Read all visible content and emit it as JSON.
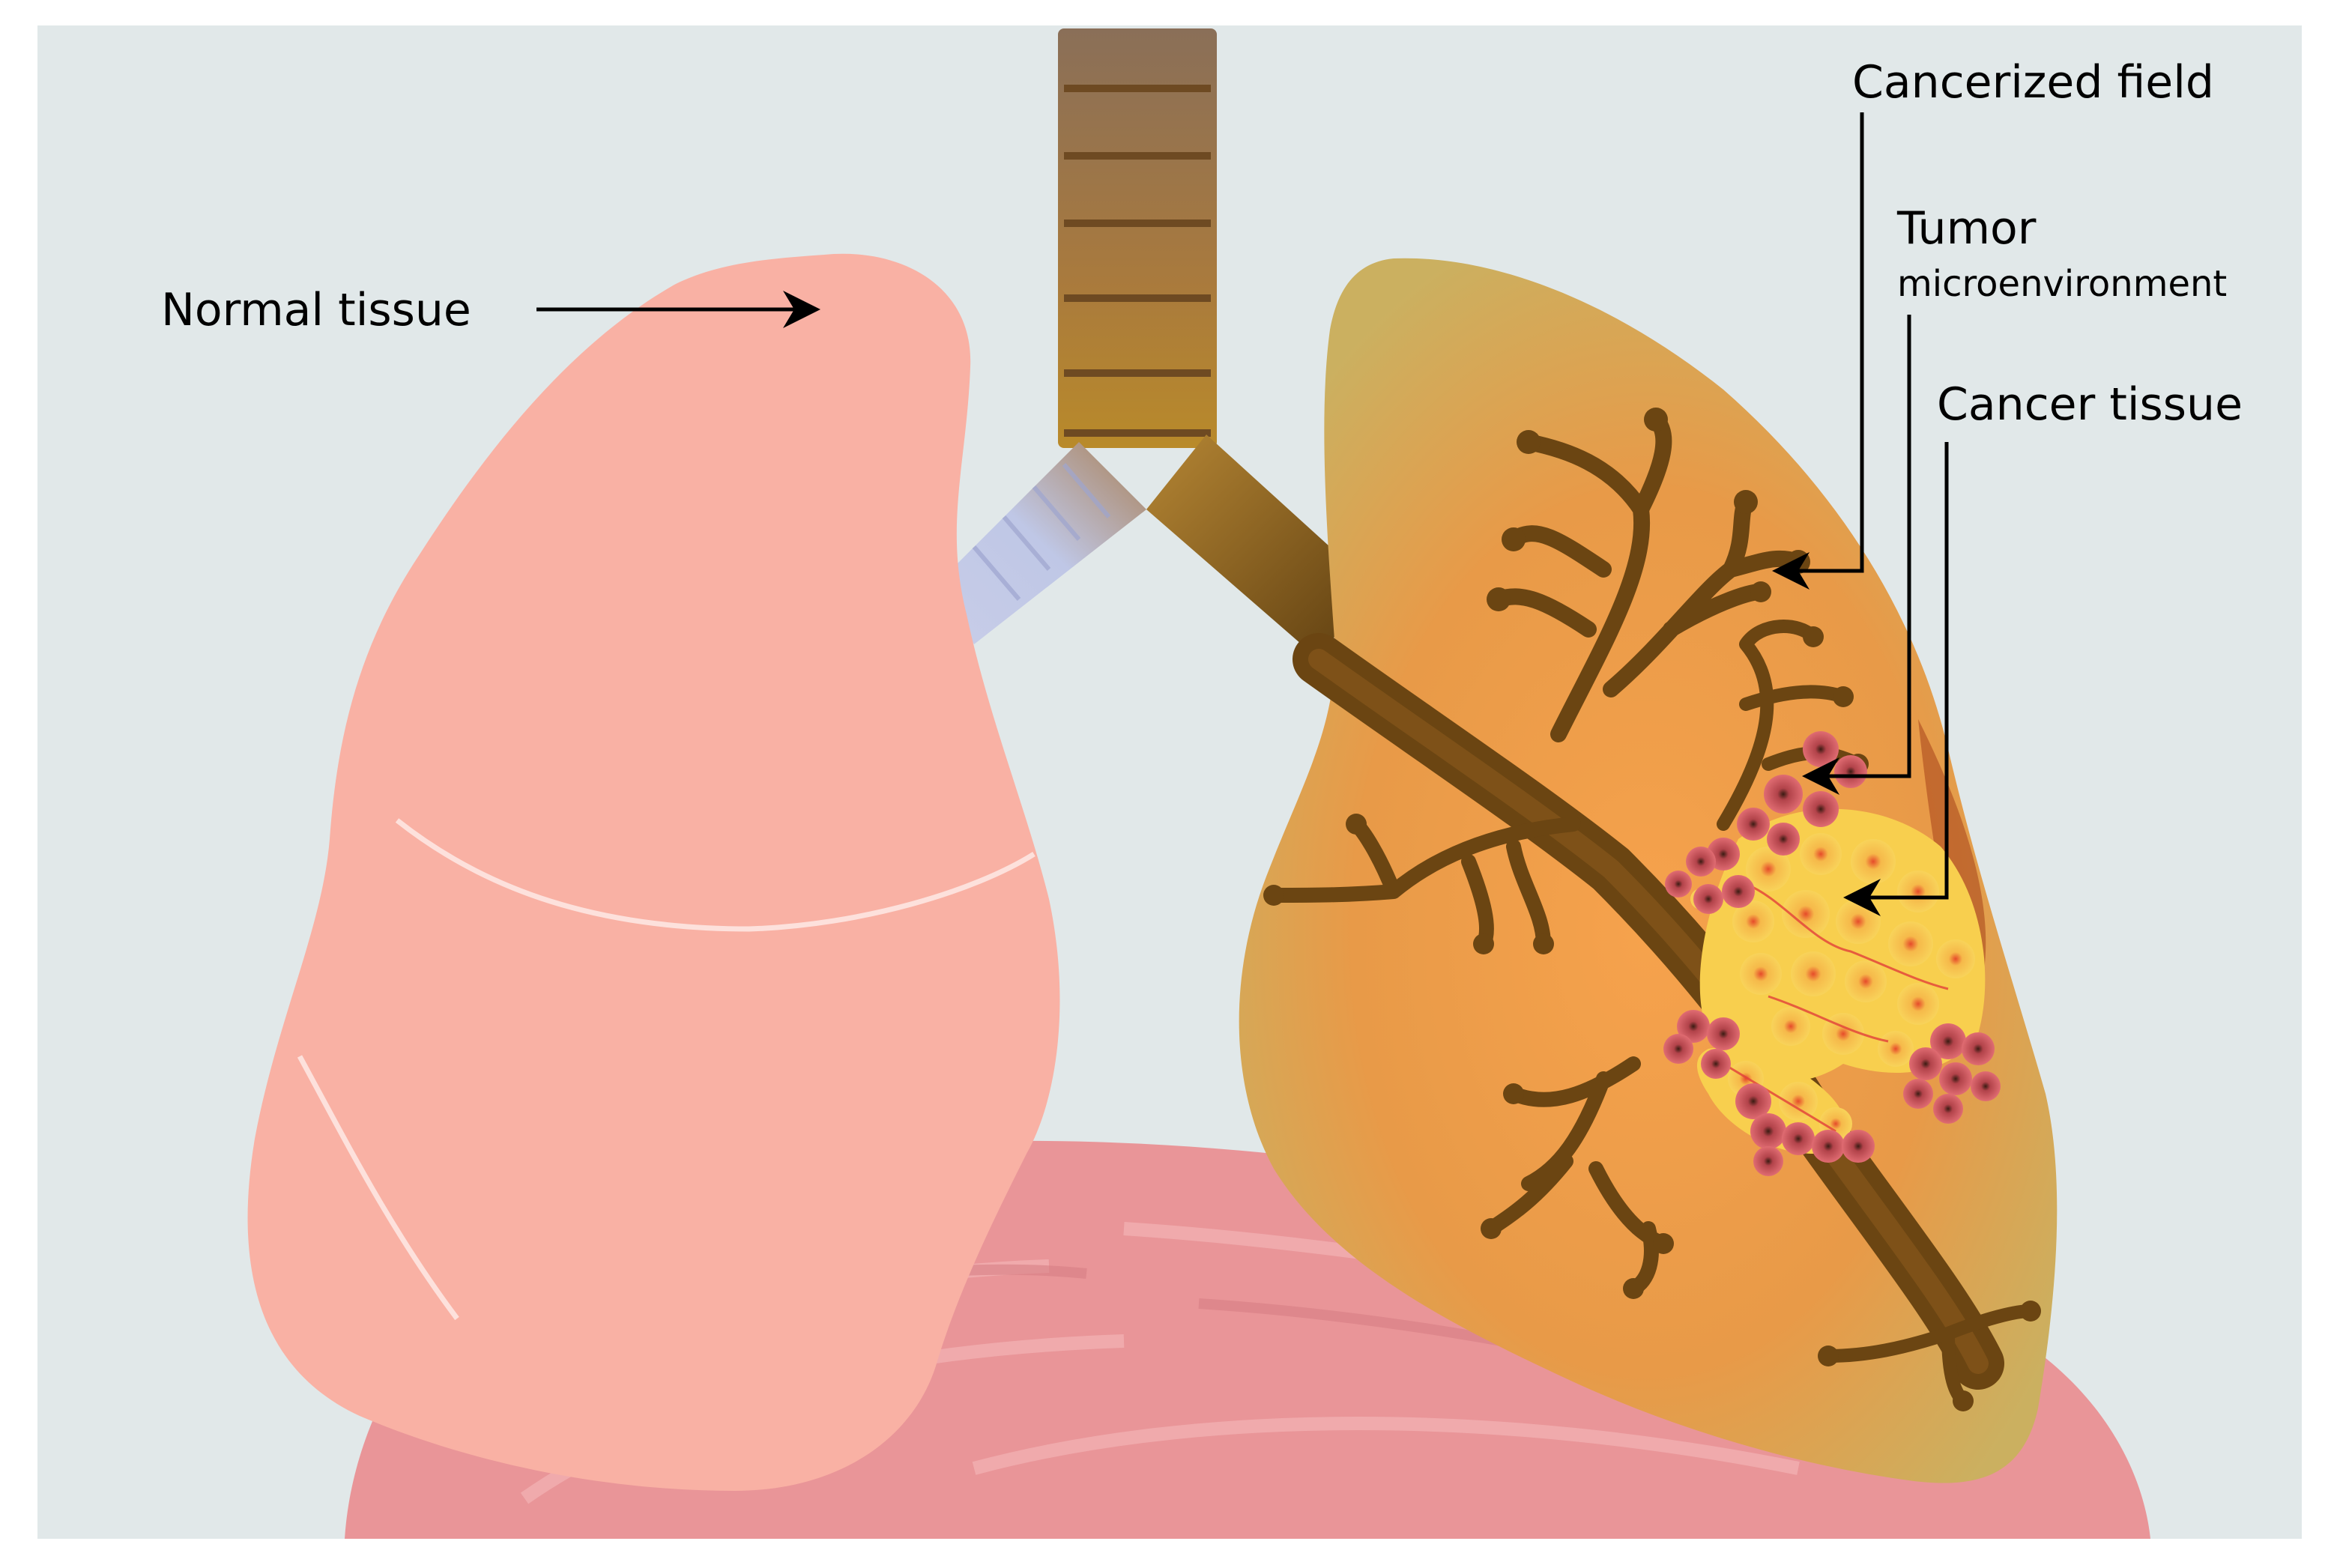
{
  "labels": {
    "normal_tissue": "Normal tissue",
    "cancerized_field": "Cancerized field",
    "tumor": "Tumor",
    "microenvironment": "microenvironment",
    "cancer_tissue": "Cancer tissue"
  },
  "colors": {
    "background": "#e1e8e9",
    "normal_lung": "#f9b1a4",
    "cancer_lung": "#f0a34e",
    "diaphragm": "#e99598",
    "trachea": "#9a6b3a",
    "bronchial_tree": "#6b4512",
    "cancer_cells": "#f8cf4e",
    "tumor_microenvironment_cells": "#d9606a",
    "arrow": "#000000"
  }
}
